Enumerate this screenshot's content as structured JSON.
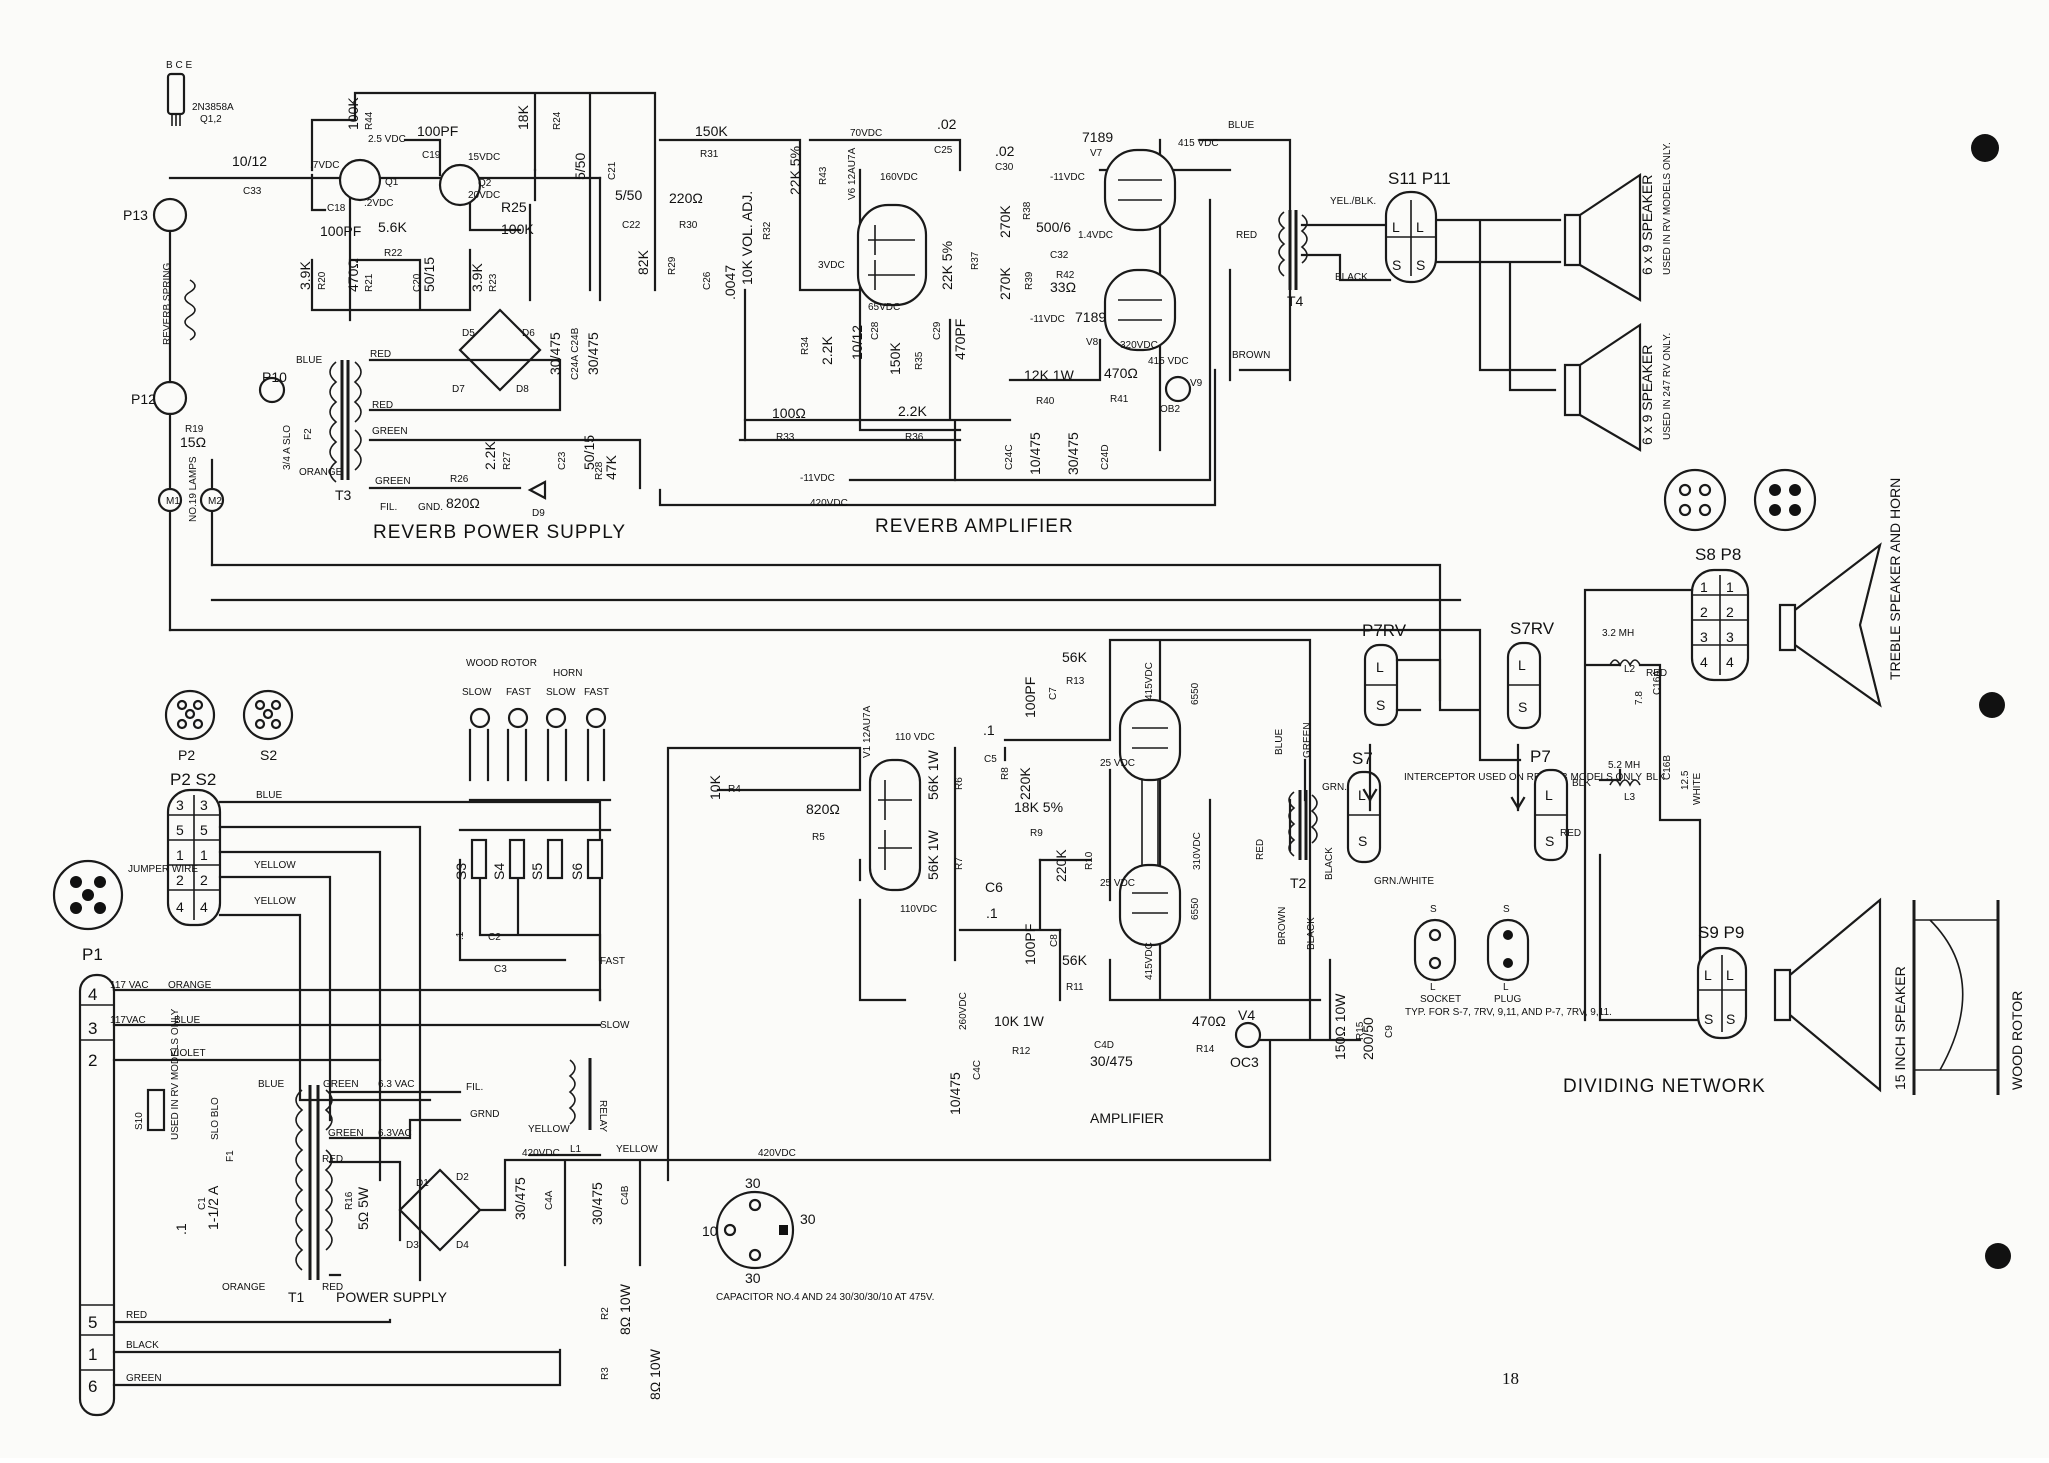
{
  "sections": {
    "reverb_power_supply": "REVERB POWER SUPPLY",
    "reverb_amplifier": "REVERB AMPLIFIER",
    "amplifier": "AMPLIFIER",
    "power_supply": "POWER SUPPLY",
    "dividing_network": "DIVIDING NETWORK"
  },
  "page_number": "18",
  "connectors": {
    "p13": "P13",
    "p12": "P12",
    "p10": "P10",
    "p1": "P1",
    "p2_s2": "P2  S2",
    "p2": "P2",
    "s2": "S2",
    "s11p11": "S11 P11",
    "s8p8": "S8 P8",
    "s9p9": "S9 P9",
    "p7rv": "P7RV",
    "s7rv": "S7RV",
    "s7": "S7",
    "p7": "P7",
    "socket": "SOCKET",
    "plug": "PLUG"
  },
  "transformers": {
    "t1": "T1",
    "t2": "T2",
    "t3": "T3",
    "t4": "T4"
  },
  "transistors": {
    "q1": "Q1",
    "q2": "Q2",
    "pinout": "B C E",
    "part": "2N3858A",
    "q12": "Q1,2"
  },
  "tubes": {
    "v1": "V1 12AU7A",
    "v2": "6550",
    "v3": "6550",
    "v4": "V4",
    "v4_type": "OC3",
    "v6": "V6 12AU7A",
    "v7": "7189",
    "v7b": "V7",
    "v8": "7189",
    "v8b": "V8",
    "v9": "V9",
    "v9_type": "OB2"
  },
  "parts": {
    "c33": "10/12",
    "c33_ref": "C33",
    "c19": "100PF",
    "c19_ref": "C19",
    "c18": "100PF",
    "c18_ref": "C18",
    "r44": "100K",
    "r44_ref": "R44",
    "r24": "18K",
    "r24_ref": "R24",
    "c21": "5/50",
    "c21_ref": "C21",
    "r22": "5.6K",
    "r22_ref": "R22",
    "r20": "3.9K",
    "r20_ref": "R20",
    "r21": "470Ω",
    "r21_ref": "R21",
    "c20": "50/15",
    "c20_ref": "C20",
    "r23": "3.9K",
    "r23_ref": "R23",
    "r25": "100K",
    "r25_ref": "R25",
    "c22": "5/50",
    "c22_ref": "C22",
    "r29": "82K",
    "r29_ref": "R29",
    "r30": "220Ω",
    "r30_ref": "R30",
    "r31": "150K",
    "r31_ref": "R31",
    "r32": "10K VOL. ADJ.",
    "r32_ref": "R32",
    "c26": ".0047",
    "c26_ref": "C26",
    "r43": "22K 5%",
    "r43_ref": "R43",
    "c25": ".02",
    "c25_ref": "C25",
    "c30": ".02",
    "c30_ref": "C30",
    "r38": "270K",
    "r38_ref": "R38",
    "r39": "270K",
    "r39_ref": "R39",
    "c32": "500/6",
    "c32_ref": "C32",
    "r42": "33Ω",
    "r42_ref": "R42",
    "r37": "22K 5%",
    "r37_ref": "R37",
    "c29": "470PF",
    "c29_ref": "C29",
    "r34": "2.2K",
    "r34_ref": "R34",
    "c28": "10/12",
    "c28_ref": "C28",
    "r35": "150K",
    "r35_ref": "R35",
    "r33": "100Ω",
    "r33_ref": "R33",
    "r36": "2.2K",
    "r36_ref": "R36",
    "r40": "12K 1W",
    "r40_ref": "R40",
    "r41": "470Ω",
    "r41_ref": "R41",
    "c24c": "10/475",
    "c24c_ref": "C24C",
    "c24d": "30/475",
    "c24d_ref": "C24D",
    "r19": "15Ω",
    "r19_ref": "R19",
    "f2": "3/4 A SLO",
    "f2_ref": "F2",
    "c24a": "30/475",
    "c24ab_ref": "C24A C24B",
    "c24b": "30/475",
    "r27": "2.2K",
    "r27_ref": "R27",
    "c23": "50/15",
    "c23_ref": "C23",
    "r26": "820Ω",
    "r26_ref": "R26",
    "r28": "47K",
    "r28_ref": "R28",
    "r4": "10K",
    "r4_ref": "R4",
    "r5": "820Ω",
    "r5_ref": "R5",
    "r6": "56K 1W",
    "r6_ref": "R6",
    "r7": "56K 1W",
    "r7_ref": "R7",
    "c5": ".1",
    "c5_ref": "C5",
    "c6": ".1",
    "c6_ref": "C6",
    "c7": "100PF",
    "c7_ref": "C7",
    "c8": "100PF",
    "c8_ref": "C8",
    "r13": "56K",
    "r13_ref": "R13",
    "r11": "56K",
    "r11_ref": "R11",
    "r8": "220K",
    "r8_ref": "R8",
    "r9": "18K 5%",
    "r9_ref": "R9",
    "r10": "220K",
    "r10_ref": "R10",
    "r12": "10K 1W",
    "r12_ref": "R12",
    "c4c": "10/475",
    "c4c_ref": "C4C",
    "c4d": "30/475",
    "c4d_ref": "C4D",
    "r14": "470Ω",
    "r14_ref": "R14",
    "r15": "150Ω 10W",
    "r15_ref": "R15",
    "c9": "200/50",
    "c9_ref": "C9",
    "r16": "5Ω 5W",
    "r16_ref": "R16",
    "c4a": "30/475",
    "c4a_ref": "C4A",
    "c4b": "30/475",
    "c4b_ref": "C4B",
    "l1": "L1",
    "c1": ".1",
    "c1_ref": "C1",
    "c2": ".1",
    "c2_ref": "C2",
    "c3": "C3",
    "r2": "8Ω 10W",
    "r2_ref": "R2",
    "r3": "8Ω 10W",
    "r3_ref": "R3",
    "f1": "1-1/2 A",
    "f1_ref": "F1",
    "f1_type": "SLO BLO",
    "s10": "S10",
    "s3": "S3",
    "s4": "S4",
    "s5": "S5",
    "s6": "S6",
    "l2": "3.2 MH",
    "l2_ref": "L2",
    "l3": "5.2 MH",
    "l3_ref": "L3",
    "c16a": "C16A",
    "c16a_v": "7.8",
    "c16b": "C16B",
    "c16b_v": "12.5",
    "d_labels": [
      "D1",
      "D2",
      "D3",
      "D4",
      "D5",
      "D6",
      "D7",
      "D8",
      "D9"
    ],
    "lamps": "NO.19 LAMPS",
    "m1": "M1",
    "m2": "M2"
  },
  "voltages": {
    "v_7": ".7VDC",
    "v_25": "2.5 VDC",
    "v_2": ".2VDC",
    "v_15": "15VDC",
    "v_20": "20VDC",
    "v_70": "70VDC",
    "v_160": "160VDC",
    "v_3": "3VDC",
    "v_65": "65VDC",
    "v_neg11": "-11VDC",
    "v_14": "1.4VDC",
    "v_415": "415 VDC",
    "v_320": "320VDC",
    "v_420": "420VDC",
    "v_110": "110 VDC",
    "v_110b": "110VDC",
    "v_25c": "25 VDC",
    "v_310": "310VDC",
    "v_260": "260VDC",
    "v_415b": "415VDC",
    "v_117a": "117 VAC",
    "v_117b": "117VAC",
    "v_63a": "6.3 VAC",
    "v_63b": "6.3VAC"
  },
  "wires": {
    "blue": "BLUE",
    "red": "RED",
    "green": "GREEN",
    "orange": "ORANGE",
    "violet": "VIOLET",
    "yellow": "YELLOW",
    "black": "BLACK",
    "brown": "BROWN",
    "white": "WHITE",
    "grn": "GRN.",
    "grn_white": "GRN./WHITE",
    "yel_blk": "YEL./BLK.",
    "blk": "BLK",
    "jumper_wire": "JUMPER WIRE",
    "fil": "FIL.",
    "gnd": "GND.",
    "fil_arrow": "FIL.",
    "grnd": "GRND",
    "fast": "FAST",
    "slow": "SLOW"
  },
  "notes": {
    "reverb_spring": "REVERB SPRING",
    "rotor_header_wood": "WOOD ROTOR",
    "rotor_header_horn": "HORN",
    "rotor_sub": [
      "SLOW",
      "FAST",
      "SLOW",
      "FAST"
    ],
    "interceptor": "INTERCEPTOR USED ON REVERB MODELS ONLY",
    "typ": "TYP. FOR S-7, 7RV, 9,11, AND P-7, 7RV, 9,11.",
    "capacitor_note": "CAPACITOR NO.4 AND 24 30/30/30/10 AT 475V.",
    "s10_note": "USED IN RV MODELS ONLY",
    "relay": "RELAY",
    "speaker1": "6 x 9 SPEAKER",
    "speaker1_note": "USED IN RV MODELS ONLY.",
    "speaker2": "6 x 9 SPEAKER",
    "speaker2_note": "USED IN 247 RV ONLY.",
    "treble": "TREBLE SPEAKER AND HORN",
    "woofer": "15 INCH SPEAKER",
    "rotor": "WOOD ROTOR",
    "cap_pin_10": "10",
    "cap_pin_30": "30"
  },
  "p1_pins": [
    "4",
    "3",
    "2",
    "5",
    "1",
    "6"
  ],
  "plug_rows": [
    [
      "3",
      "3"
    ],
    [
      "5",
      "5"
    ],
    [
      "1",
      "1"
    ],
    [
      "2",
      "2"
    ],
    [
      "4",
      "4"
    ]
  ],
  "s8_rows": [
    [
      "1",
      "1"
    ],
    [
      "2",
      "2"
    ],
    [
      "3",
      "3"
    ],
    [
      "4",
      "4"
    ]
  ],
  "ls_letters": [
    "L",
    "S"
  ]
}
